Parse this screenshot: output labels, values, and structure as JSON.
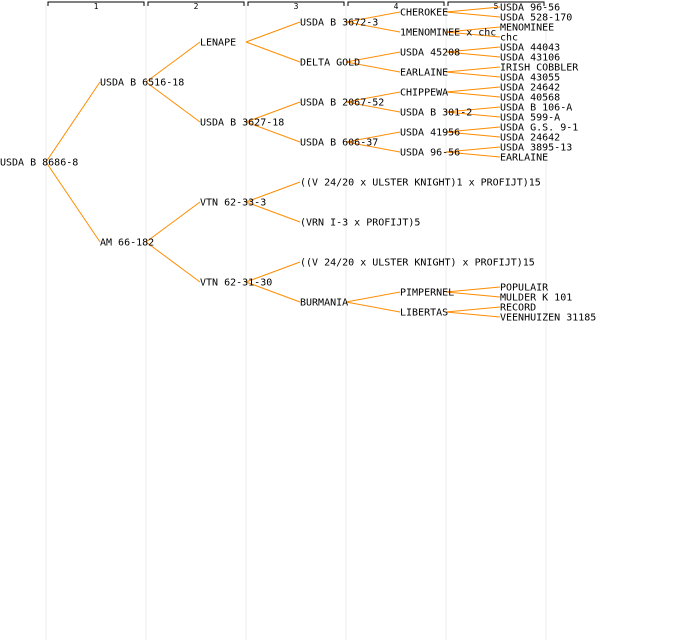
{
  "generations": [
    "1",
    "2",
    "3",
    "4",
    "5"
  ],
  "tree": {
    "label": "USDA B 8686-8",
    "children": [
      {
        "label": "USDA B 6516-18",
        "children": [
          {
            "label": "LENAPE",
            "children": [
              {
                "label": "USDA B 3672-3",
                "children": [
                  {
                    "label": "CHEROKEE",
                    "children": [
                      {
                        "label": "USDA 96-56"
                      },
                      {
                        "label": "USDA 528-170"
                      }
                    ]
                  },
                  {
                    "label": "1MENOMINEE x chc",
                    "children": [
                      {
                        "label": "MENOMINEE"
                      },
                      {
                        "label": "chc"
                      }
                    ]
                  }
                ]
              },
              {
                "label": "DELTA GOLD",
                "children": [
                  {
                    "label": "USDA 45208",
                    "children": [
                      {
                        "label": "USDA 44043"
                      },
                      {
                        "label": "USDA 43106"
                      }
                    ]
                  },
                  {
                    "label": "EARLAINE",
                    "children": [
                      {
                        "label": "IRISH COBBLER"
                      },
                      {
                        "label": "USDA 43055"
                      }
                    ]
                  }
                ]
              }
            ]
          },
          {
            "label": "USDA B 3627-18",
            "children": [
              {
                "label": "USDA B 2067-52",
                "children": [
                  {
                    "label": "CHIPPEWA",
                    "children": [
                      {
                        "label": "USDA 24642"
                      },
                      {
                        "label": "USDA 40568"
                      }
                    ]
                  },
                  {
                    "label": "USDA B 301-2",
                    "children": [
                      {
                        "label": "USDA B 106-A"
                      },
                      {
                        "label": "USDA 599-A"
                      }
                    ]
                  }
                ]
              },
              {
                "label": "USDA B 606-37",
                "children": [
                  {
                    "label": "USDA 41956",
                    "children": [
                      {
                        "label": "USDA G.S. 9-1"
                      },
                      {
                        "label": "USDA 24642"
                      }
                    ]
                  },
                  {
                    "label": "USDA 96-56",
                    "children": [
                      {
                        "label": "USDA 3895-13"
                      },
                      {
                        "label": "EARLAINE"
                      }
                    ]
                  }
                ]
              }
            ]
          }
        ]
      },
      {
        "label": "AM 66-182",
        "children": [
          {
            "label": "VTN 62-33-3",
            "children": [
              {
                "label": "((V 24/20 x ULSTER KNIGHT)1 x PROFIJT)15"
              },
              {
                "label": "(VRN I-3 x PROFIJT)5"
              }
            ]
          },
          {
            "label": "VTN 62-31-30",
            "children": [
              {
                "label": "((V 24/20 x ULSTER KNIGHT) x PROFIJT)15"
              },
              {
                "label": "BURMANIA",
                "children": [
                  {
                    "label": "PIMPERNEL",
                    "children": [
                      {
                        "label": "POPULAIR"
                      },
                      {
                        "label": "MULDER K 101"
                      }
                    ]
                  },
                  {
                    "label": "LIBERTAS",
                    "children": [
                      {
                        "label": "RECORD"
                      },
                      {
                        "label": "VEENHUIZEN 31185"
                      }
                    ]
                  }
                ]
              }
            ]
          }
        ]
      }
    ]
  }
}
